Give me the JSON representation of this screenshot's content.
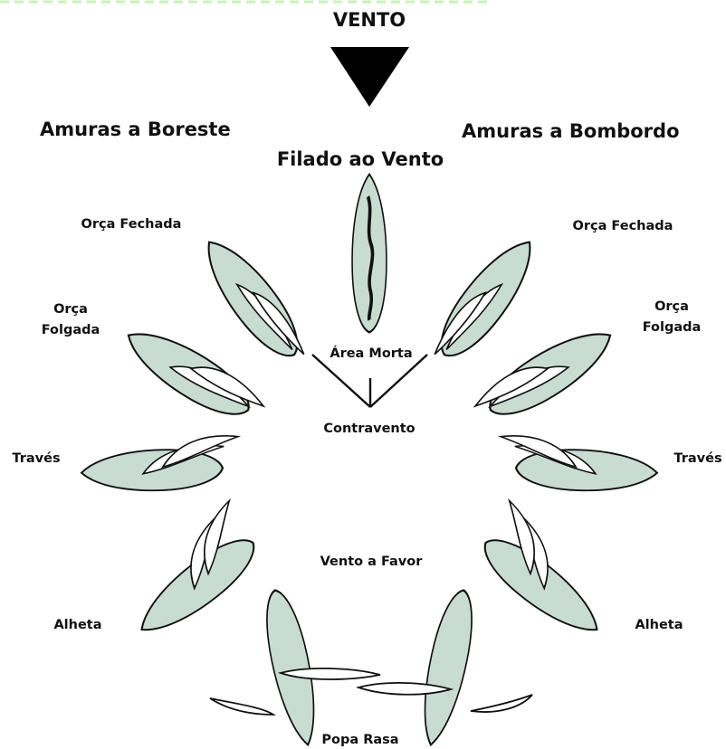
{
  "colors": {
    "hull_fill": "#c8dcd2",
    "outline": "#111111",
    "arrow": "#000000",
    "background": "#ffffff",
    "top_stripe": "#c7f3b8"
  },
  "wind": {
    "label": "VENTO",
    "arrow_icon": "down-triangle-arrow"
  },
  "tacks": {
    "starboard": "Amuras a Boreste",
    "port": "Amuras a Bombordo"
  },
  "headings": {
    "head_to_wind": "Filado ao Vento",
    "dead_zone": "Área Morta",
    "upwind": "Contravento",
    "downwind": "Vento a Favor"
  },
  "points_of_sail": {
    "close_hauled_left": "Orça Fechada",
    "close_hauled_right": "Orça Fechada",
    "close_reach_left_line1": "Orça",
    "close_reach_left_line2": "Folgada",
    "close_reach_right_line1": "Orça",
    "close_reach_right_line2": "Folgada",
    "beam_reach_left": "Través",
    "beam_reach_right": "Través",
    "broad_reach_left": "Alheta",
    "broad_reach_right": "Alheta",
    "running": "Popa Rasa"
  }
}
